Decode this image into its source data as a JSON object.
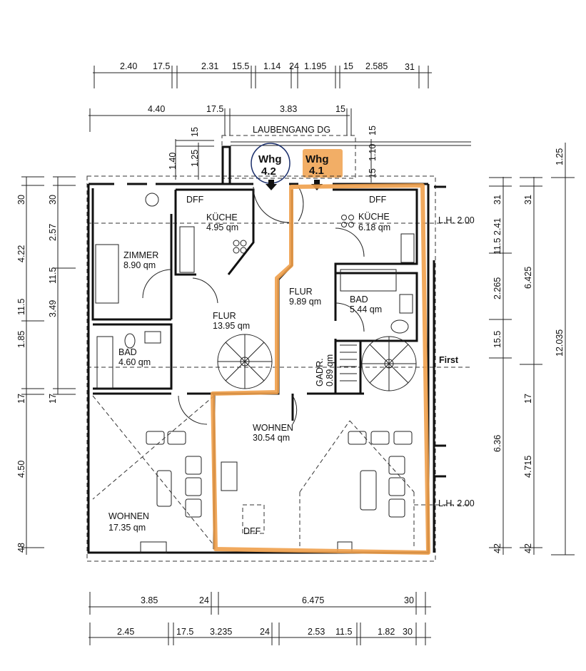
{
  "dims_top_1": [
    "2.40",
    "17.5",
    "2.31",
    "15.5",
    "1.14",
    "24",
    "1.195",
    "15",
    "2.585",
    "31"
  ],
  "dims_top_2": [
    "4.40",
    "17.5",
    "3.83",
    "15"
  ],
  "corridor": {
    "label": "LAUBENGANG DG",
    "left_dims": [
      "15",
      "1.40",
      "1.25"
    ],
    "right_dims": [
      "15",
      "1.10",
      "15"
    ]
  },
  "units": [
    {
      "label": "Whg",
      "number": "4.2"
    },
    {
      "label": "Whg",
      "number": "4.1",
      "highlight": "#f0a04b"
    }
  ],
  "rooms": {
    "zimmer": {
      "name": "ZIMMER",
      "area": "8.90 qm"
    },
    "kueche_a": {
      "name": "KÜCHE",
      "area": "4.95 qm",
      "window": "DFF"
    },
    "flur_a": {
      "name": "FLUR",
      "area": "13.95 qm"
    },
    "bad_a": {
      "name": "BAD",
      "area": "4.60 qm"
    },
    "wohnen_a": {
      "name": "WOHNEN",
      "area": "17.35 qm"
    },
    "flur_b": {
      "name": "FLUR",
      "area": "9.89 qm"
    },
    "kueche_b": {
      "name": "KÜCHE",
      "area": "6.18 qm",
      "window": "DFF"
    },
    "bad_b": {
      "name": "BAD",
      "area": "5.44 qm"
    },
    "gadr": {
      "name": "GADR.",
      "area": "0.89 qm"
    },
    "wohnen_b": {
      "name": "WOHNEN",
      "area": "30.54 qm",
      "window": "DFF"
    }
  },
  "right_notes": [
    "L.H. 2.00",
    "First",
    "L.H. 2.00"
  ],
  "dims_right_1": [
    "31",
    "2.41",
    "11.5",
    "2.265",
    "15.5",
    "6.36",
    "42"
  ],
  "dims_right_2": [
    "31",
    "6.425",
    "17",
    "4.715",
    "42"
  ],
  "dims_right_3": [
    "1.25",
    "12.035"
  ],
  "dims_left_1": [
    "30",
    "4.22",
    "11.5",
    "1.85",
    "17",
    "4.50",
    "48"
  ],
  "dims_left_2": [
    "30",
    "2.57",
    "11.5",
    "3.49",
    "17"
  ],
  "dims_bottom_1": [
    "3.85",
    "24",
    "6.475",
    "30"
  ],
  "dims_bottom_2": [
    "2.45",
    "17.5",
    "3.235",
    "24",
    "2.53",
    "11.5",
    "1.82",
    "30"
  ],
  "colors": {
    "highlight": "#f0a04b",
    "unit_circle": "#1a2e6b"
  }
}
